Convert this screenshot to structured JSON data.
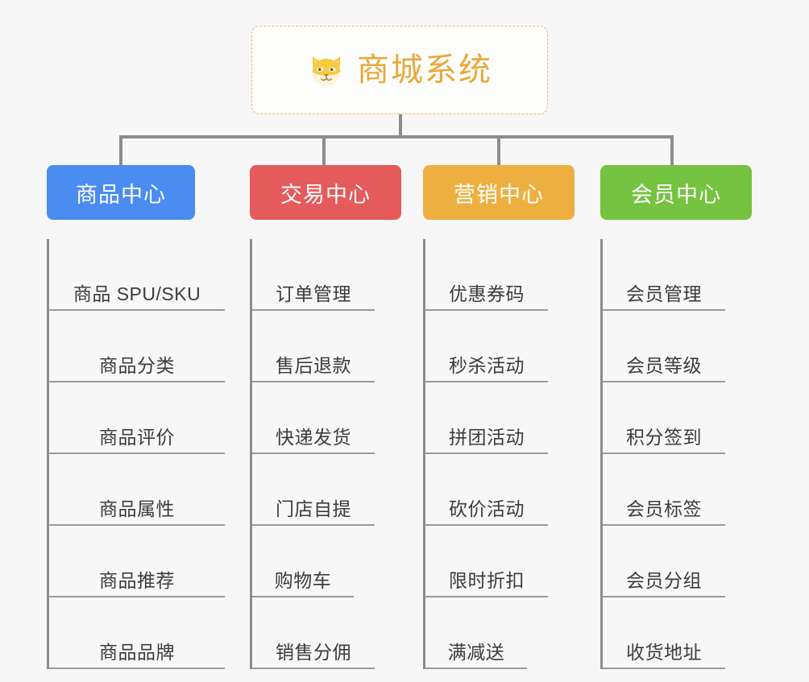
{
  "root": {
    "icon": "shiba-dog-face-icon",
    "title": "商城系统",
    "title_color": "#e8a93a",
    "border_color": "#e9b860"
  },
  "connector_color": "#8d8d8d",
  "columns": [
    {
      "header": "商品中心",
      "color": "#4a8cf0",
      "items": [
        "商品 SPU/SKU",
        "商品分类",
        "商品评价",
        "商品属性",
        "商品推荐",
        "商品品牌"
      ]
    },
    {
      "header": "交易中心",
      "color": "#e55b5b",
      "items": [
        "订单管理",
        "售后退款",
        "快递发货",
        "门店自提",
        "购物车",
        "销售分佣"
      ]
    },
    {
      "header": "营销中心",
      "color": "#eeaf41",
      "items": [
        "优惠券码",
        "秒杀活动",
        "拼团活动",
        "砍价活动",
        "限时折扣",
        "满减送"
      ]
    },
    {
      "header": "会员中心",
      "color": "#76c241",
      "items": [
        "会员管理",
        "会员等级",
        "积分签到",
        "会员标签",
        "会员分组",
        "收货地址"
      ]
    }
  ]
}
